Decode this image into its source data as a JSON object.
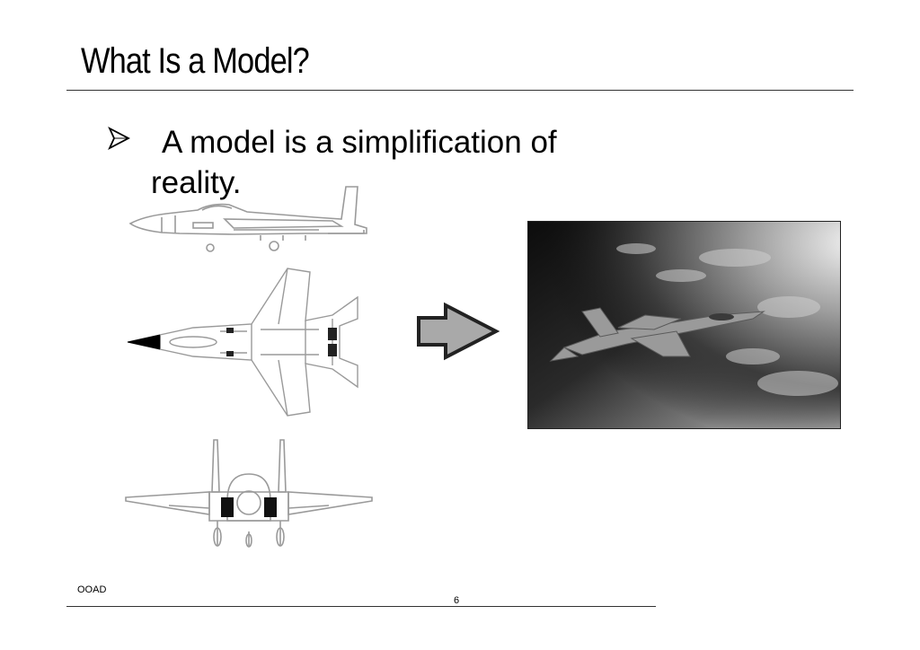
{
  "slide": {
    "title": "What Is a Model?",
    "bullet": {
      "icon": "arrowhead-bullet-icon",
      "text": "A model is a simplification of reality."
    },
    "figures": {
      "side_view": "jet-side-view-drawing",
      "top_view": "jet-top-view-drawing",
      "front_view": "jet-front-view-drawing",
      "arrow": "right-arrow-icon",
      "photo": "fighter-jet-photo"
    },
    "colors": {
      "arrow_fill": "#a9a9a9",
      "arrow_outline": "#222222",
      "line_art": "#9a9a9a"
    }
  },
  "footer": {
    "course": "OOAD",
    "page": "6"
  }
}
